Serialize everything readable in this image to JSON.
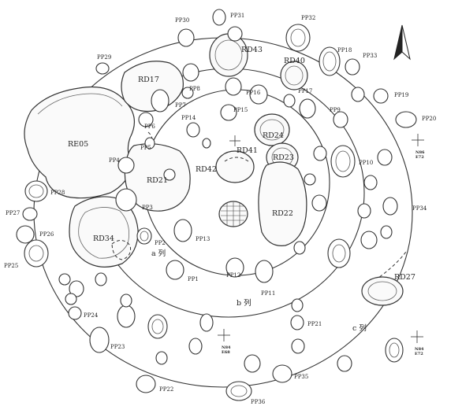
{
  "labels": {
    "pp": [
      "PP1",
      "PP2",
      "PP3",
      "PP4",
      "PP5",
      "PP6",
      "PP7",
      "PP8",
      "PP9",
      "PP10",
      "PP11",
      "PP12",
      "PP13",
      "PP14",
      "PP15",
      "PP16",
      "PP17",
      "PP18",
      "PP19",
      "PP20",
      "PP21",
      "PP22",
      "PP23",
      "PP24",
      "PP25",
      "PP26",
      "PP27",
      "PP28",
      "PP29",
      "PP30",
      "PP31",
      "PP32",
      "PP33",
      "PP34",
      "PP35",
      "PP36"
    ],
    "features": [
      "RE05",
      "RD17",
      "RD21",
      "RD34",
      "RD43",
      "RD40",
      "RD24",
      "RD41",
      "RD42",
      "RD23",
      "RD22",
      "RD27"
    ],
    "rows": [
      "a 列",
      "b 列",
      "c 列"
    ],
    "grid_points": [
      [
        "N86",
        "E72"
      ],
      [
        "N84",
        "E68"
      ],
      [
        "N84",
        "E72"
      ]
    ]
  }
}
